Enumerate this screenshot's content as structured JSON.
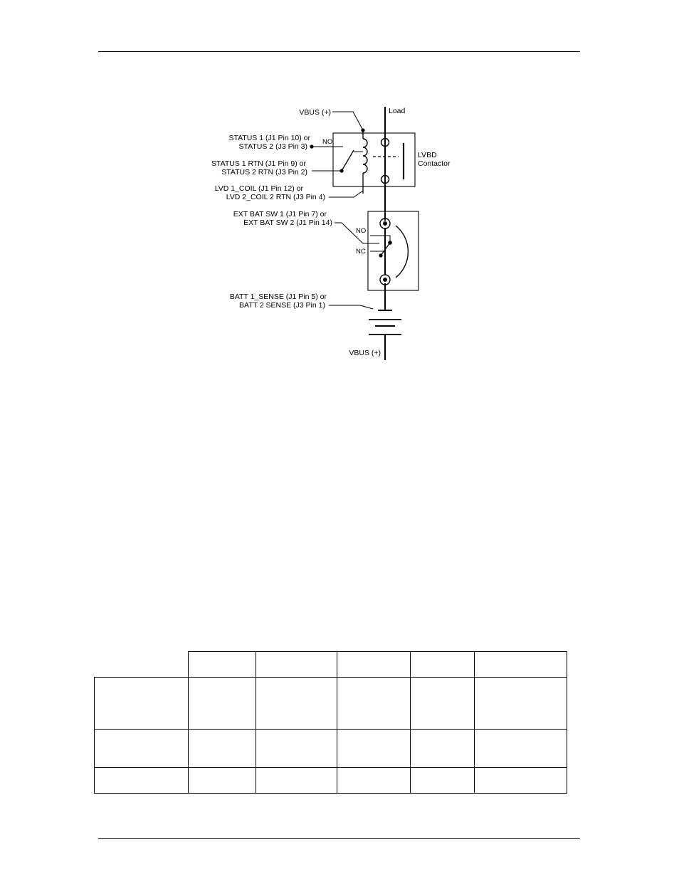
{
  "diagram": {
    "labels": {
      "vbus_top": "VBUS (+)",
      "load": "Load",
      "status_1": "STATUS 1 (J1 Pin 10) or",
      "status_2": "STATUS 2 (J3 Pin 3)",
      "no_relay": "NO",
      "status_rtn_1": "STATUS 1 RTN (J1 Pin 9) or",
      "status_rtn_2": "STATUS 2 RTN (J3 Pin 2)",
      "lvd_coil_1": "LVD 1_COIL (J1 Pin 12) or",
      "lvd_coil_2": "LVD 2_COIL 2 RTN (J3 Pin 4)",
      "lvbd_1": "LVBD",
      "lvbd_2": "Contactor",
      "ext_bat_1": "EXT BAT SW 1 (J1 Pin 7) or",
      "ext_bat_2": "EXT BAT SW 2 (J1 Pin 14)",
      "no_switch": "NO",
      "nc_switch": "NC",
      "batt_sense_1": "BATT 1_SENSE (J1 Pin 5) or",
      "batt_sense_2": "BATT 2 SENSE (J3 Pin 1)",
      "vbus_bottom": "VBUS (+)"
    }
  },
  "table": {
    "rows": [
      [
        "",
        "",
        "",
        "",
        "",
        ""
      ],
      [
        "",
        "",
        "",
        "",
        "",
        ""
      ],
      [
        "",
        "",
        "",
        "",
        "",
        ""
      ],
      [
        "",
        "",
        "",
        "",
        "",
        ""
      ]
    ]
  }
}
